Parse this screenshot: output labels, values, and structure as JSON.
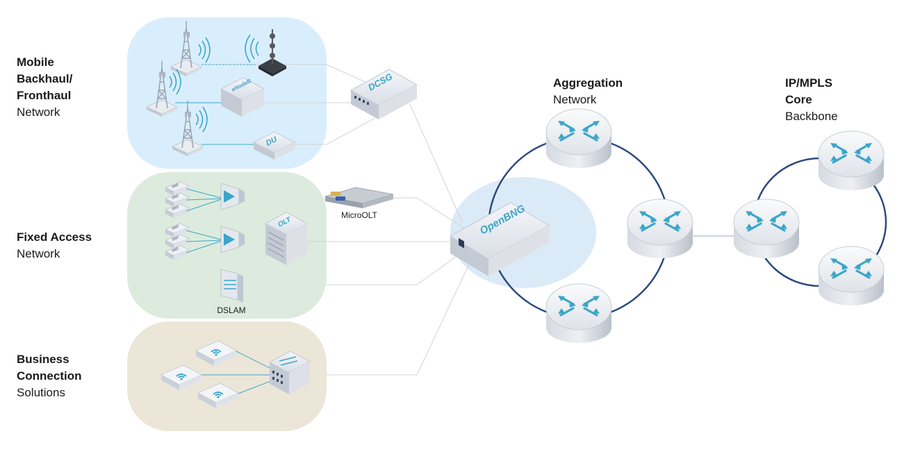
{
  "regions": {
    "mobile": {
      "title_line1": "Mobile",
      "title_line2": "Backhaul/",
      "title_line3": "Fronthaul",
      "subtitle": "Network"
    },
    "fixed": {
      "title": "Fixed Access",
      "subtitle": "Network"
    },
    "business": {
      "title_line1": "Business",
      "title_line2": "Connection",
      "subtitle": "Solutions"
    },
    "aggregation": {
      "title": "Aggregation",
      "subtitle": "Network"
    },
    "core": {
      "title_line1": "IP/MPLS",
      "title_line2": "Core",
      "subtitle": "Backbone"
    }
  },
  "devices": {
    "dcsg": "DCSG",
    "enodeb": "eNodeB",
    "du": "DU",
    "olt": "OLT",
    "onu": "ONT",
    "dslam": "DSLAM",
    "microolt": "MicroOLT",
    "openbng": "OpenBNG"
  },
  "colors": {
    "mobile_bg": "#d9eefc",
    "fixed_bg": "#dcebdd",
    "business_bg": "#ece6d8",
    "ring": "#2c4a7e",
    "accent": "#3aa6c9",
    "bng_halo": "#dbeaf7"
  }
}
